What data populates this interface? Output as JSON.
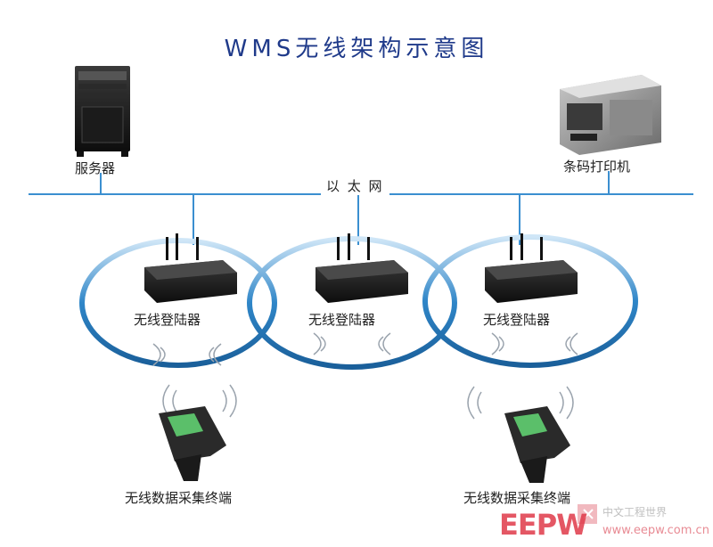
{
  "title": "WMS无线架构示意图",
  "network": {
    "label": "以 太 网"
  },
  "nodes": {
    "server": {
      "label": "服务器"
    },
    "printer": {
      "label": "条码打印机"
    },
    "ap1": {
      "label": "无线登陆器"
    },
    "ap2": {
      "label": "无线登陆器"
    },
    "ap3": {
      "label": "无线登陆器"
    },
    "terminal1": {
      "label": "无线数据采集终端"
    },
    "terminal2": {
      "label": "无线数据采集终端"
    }
  },
  "watermark": {
    "brand": "EEPW",
    "site": "www.eepw.com.cn",
    "tagline": "中文工程世界"
  },
  "colors": {
    "line": "#3b8fd0",
    "title": "#1f3a8a",
    "watermark": "#e03a4a"
  }
}
